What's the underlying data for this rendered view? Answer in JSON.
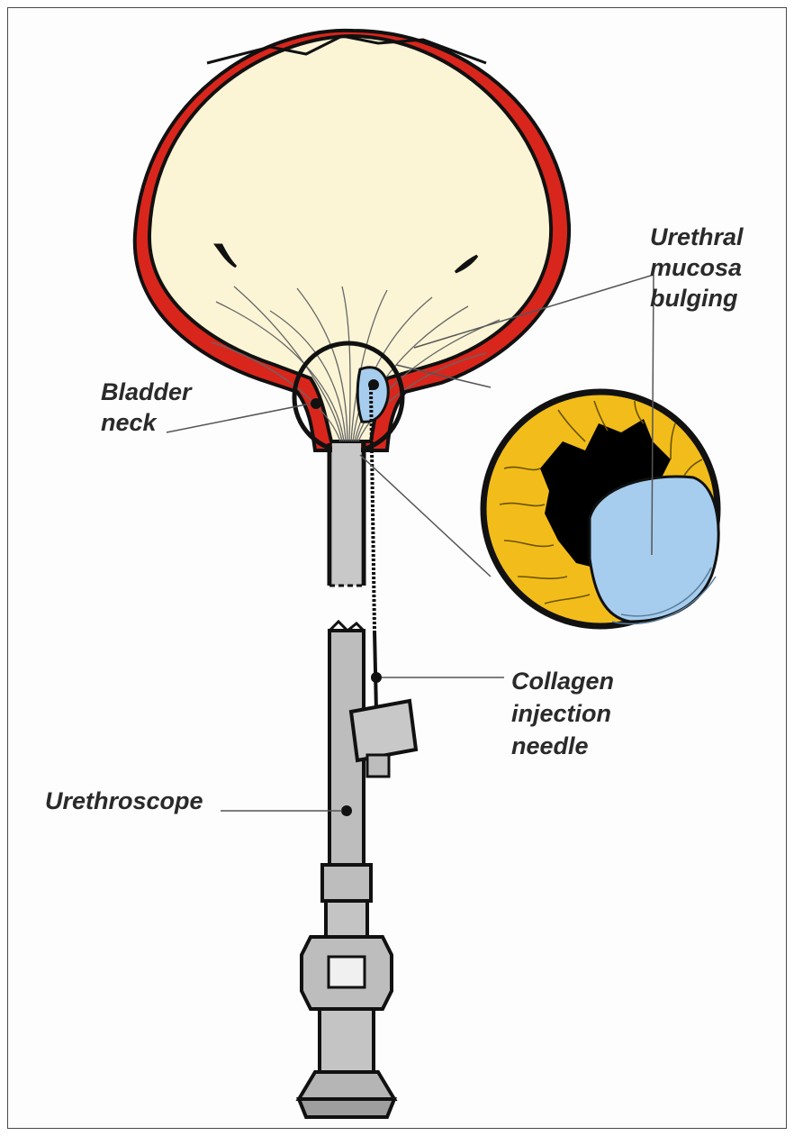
{
  "labels": {
    "urethral_line1": "Urethral",
    "urethral_line2": "mucosa",
    "urethral_line3": "bulging",
    "bladder_line1": "Bladder",
    "bladder_line2": "neck",
    "collagen_line1": "Collagen",
    "collagen_line2": "injection",
    "collagen_line3": "needle",
    "urethroscope": "Urethroscope"
  },
  "colors": {
    "bladder_wall": "#d9261c",
    "bladder_interior": "#fbf5d6",
    "mucosa": "#f2bd1a",
    "collagen_bulge": "#a6cdee",
    "scope_metal": "#bdbdbd",
    "outline": "#111111"
  }
}
